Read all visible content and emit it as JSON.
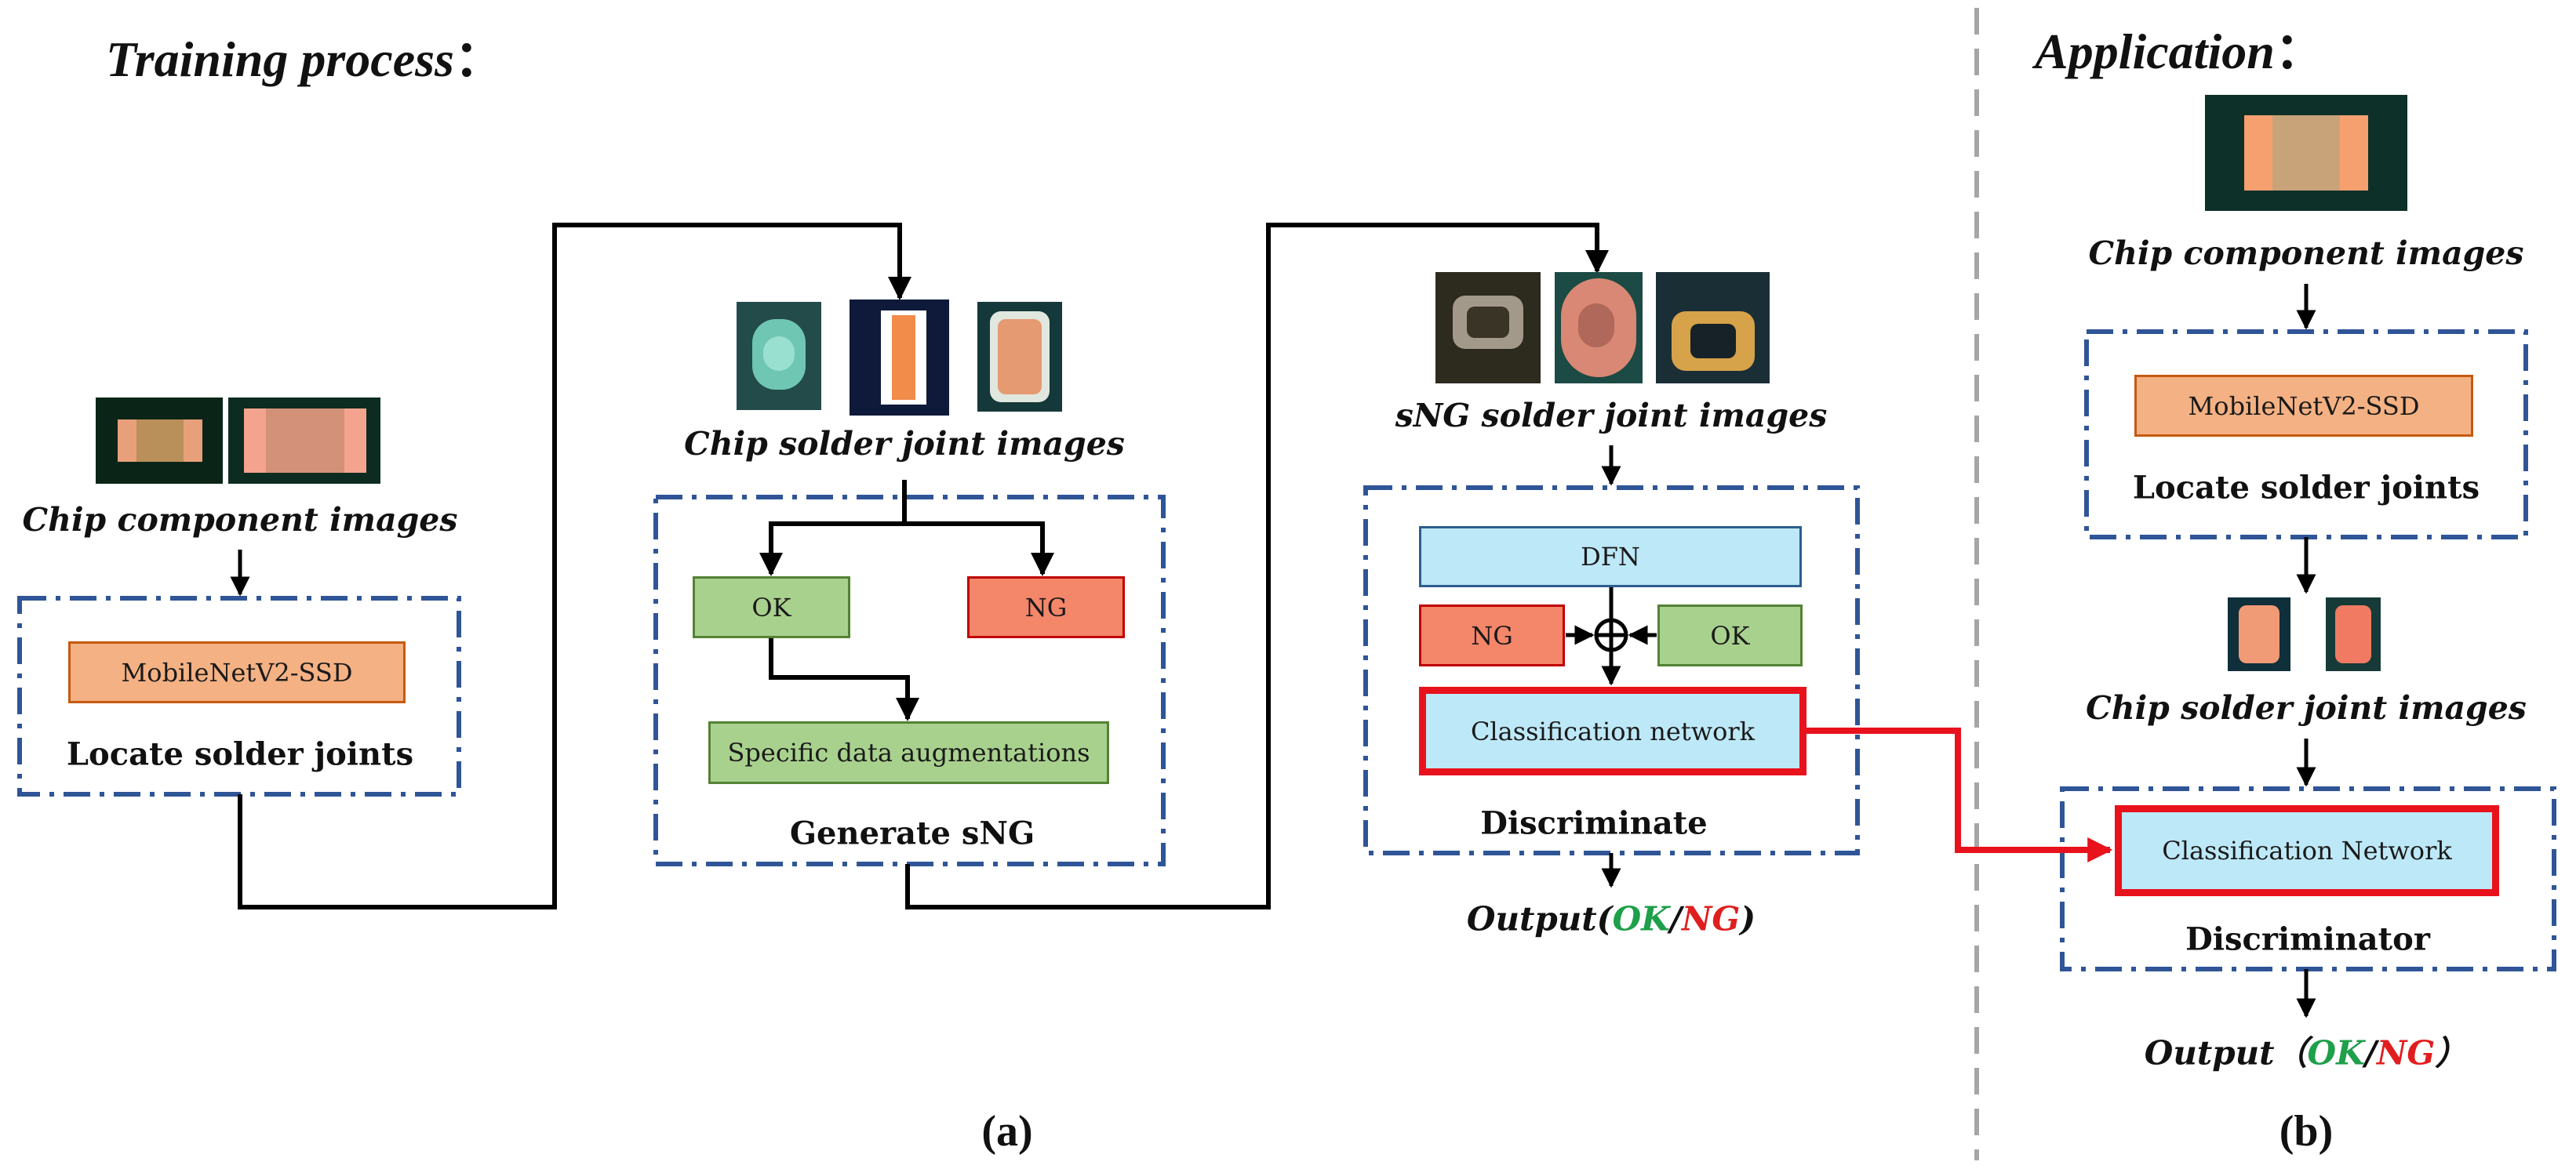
{
  "training": {
    "heading": "Training process",
    "colon": "：",
    "chip_component_images": "Chip component images",
    "mobilenet": "MobileNetV2-SSD",
    "locate": "Locate solder joints",
    "chip_solder_joint_images": "Chip solder joint images",
    "ok": "OK",
    "ng": "NG",
    "augment": "Specific data augmentations",
    "generate": "Generate sNG",
    "sng_images": "sNG solder joint images",
    "dfn": "DFN",
    "ng2": "NG",
    "ok2": "OK",
    "classification": "Classification network",
    "discriminate": "Discriminate",
    "output_prefix": "Output(",
    "output_ok": "OK",
    "output_slash": "/",
    "output_ng": "NG",
    "output_suffix": ")",
    "panel": "(a)"
  },
  "application": {
    "heading": "Application",
    "colon": "：",
    "chip_component_images": "Chip component images",
    "mobilenet": "MobileNetV2-SSD",
    "locate": "Locate solder joints",
    "chip_solder_joint_images": "Chip solder joint images",
    "classification": "Classification Network",
    "discriminator": "Discriminator",
    "output_prefix": "Output（",
    "output_ok": "OK",
    "output_slash": "/",
    "output_ng": "NG",
    "output_suffix": "）",
    "panel": "(b)"
  },
  "colors": {
    "ok_text": "#1e9f4a",
    "ng_text": "#e01e1e",
    "dashed_border": "#2f5597",
    "highlight_border": "#e8121d"
  }
}
